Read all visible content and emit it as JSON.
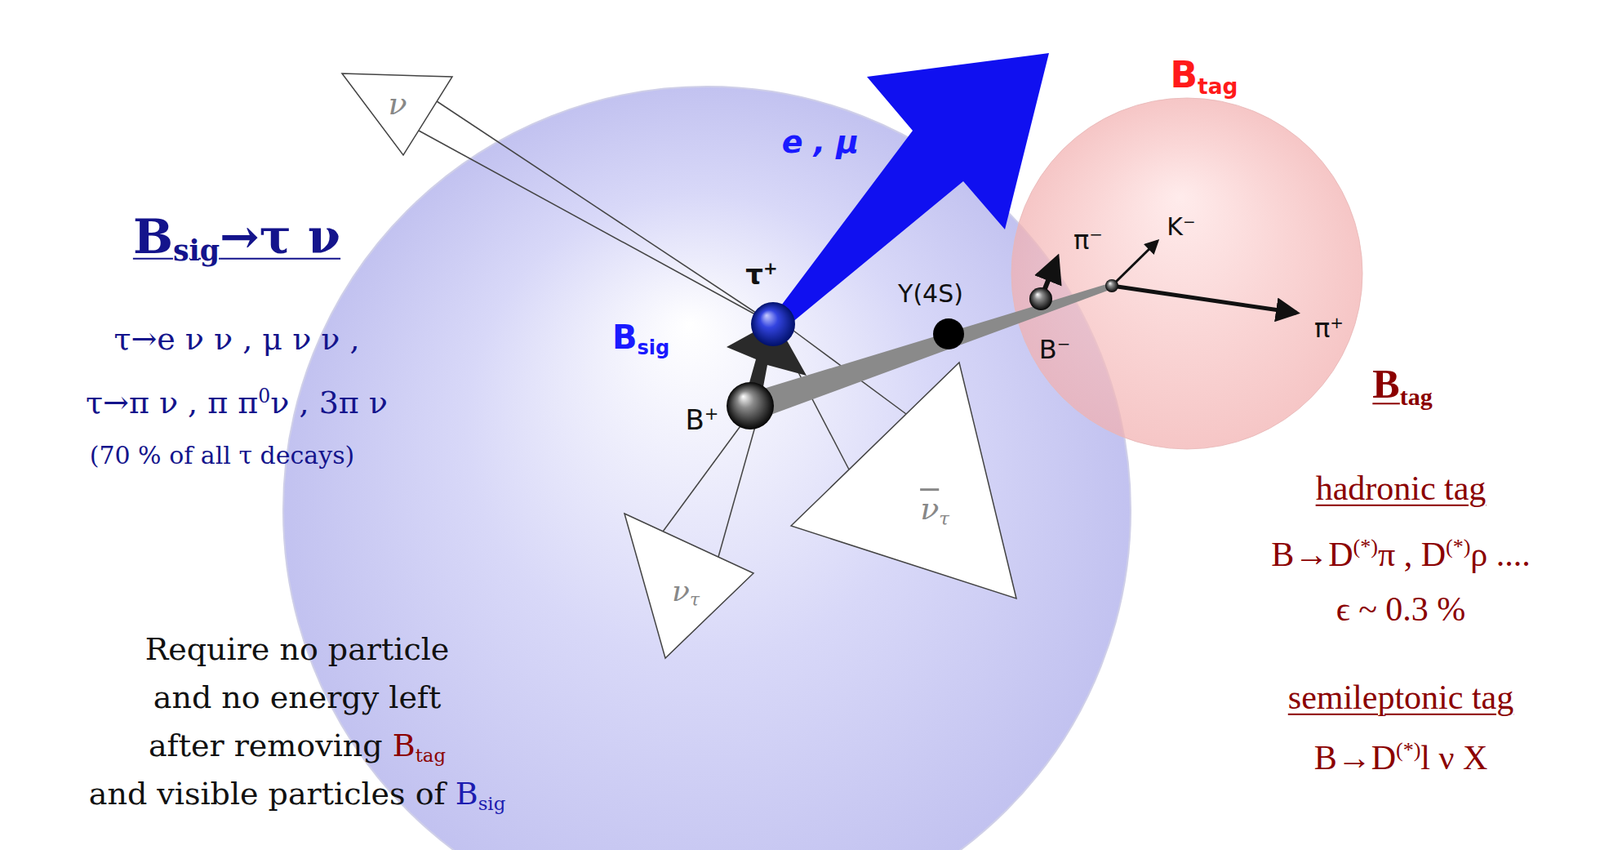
{
  "diagram": {
    "nodes": [
      {
        "text": [
          "Bsig"
        ]
      },
      {
        "text": [
          "Btag"
        ]
      }
    ],
    "labels": [
      "Bsig→τ ν",
      "τ→e ν ν , μ ν ν ,",
      "τ→π ν , π π0ν , 3π ν",
      "(70 % of all τ decays)",
      "ν",
      "e , μ",
      "τ+",
      "Y(4S)",
      "B+",
      "B−",
      "π−",
      "K−",
      "π+",
      "ντ",
      "ντ",
      "Require no particle and no energy left after removing Btag and visible particles of Bsig",
      "Btag",
      "hadronic tag",
      "B→D(*)π , D(*)ρ ....",
      "ϵ ~ 0.3 %",
      "semileptonic tag",
      "B→D(*)l ν X"
    ]
  }
}
